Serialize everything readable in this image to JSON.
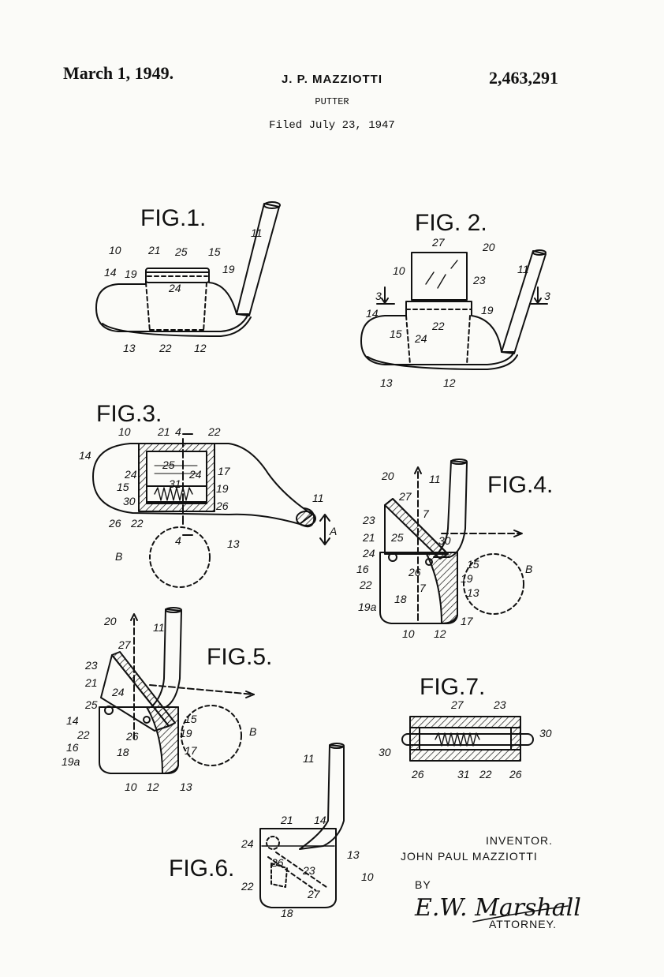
{
  "header": {
    "date": "March 1, 1949.",
    "inventor_name": "J. P. MAZZIOTTI",
    "patent_number": "2,463,291",
    "subject": "PUTTER",
    "filed": "Filed July 23, 1947"
  },
  "figures": {
    "fig1": {
      "label": "FIG.1.",
      "refs": [
        "10",
        "21",
        "25",
        "15",
        "19",
        "11",
        "14",
        "19",
        "24",
        "13",
        "22",
        "12"
      ]
    },
    "fig2": {
      "label": "FIG. 2.",
      "refs": [
        "27",
        "20",
        "10",
        "11",
        "23",
        "3",
        "3",
        "14",
        "15",
        "24",
        "22",
        "19",
        "13",
        "12"
      ]
    },
    "fig3": {
      "label": "FIG.3.",
      "refs": [
        "10",
        "21",
        "4",
        "22",
        "14",
        "25",
        "17",
        "24",
        "24",
        "15",
        "31",
        "19",
        "30",
        "26",
        "26",
        "22",
        "4",
        "13",
        "11",
        "A",
        "B"
      ]
    },
    "fig4": {
      "label": "FIG.4.",
      "refs": [
        "20",
        "11",
        "27",
        "7",
        "23",
        "21",
        "25",
        "30",
        "24",
        "15",
        "16",
        "26",
        "19",
        "22",
        "7",
        "B",
        "13",
        "19a",
        "18",
        "17",
        "10",
        "12"
      ]
    },
    "fig5": {
      "label": "FIG.5.",
      "refs": [
        "20",
        "11",
        "27",
        "23",
        "21",
        "24",
        "25",
        "15",
        "14",
        "22",
        "26",
        "19",
        "B",
        "16",
        "18",
        "17",
        "19a",
        "10",
        "12",
        "13"
      ]
    },
    "fig6": {
      "label": "FIG.6.",
      "refs": [
        "11",
        "21",
        "14",
        "24",
        "13",
        "26",
        "23",
        "10",
        "22",
        "27",
        "18"
      ]
    },
    "fig7": {
      "label": "FIG.7.",
      "refs": [
        "27",
        "23",
        "30",
        "30",
        "26",
        "31",
        "22",
        "26"
      ]
    }
  },
  "signature": {
    "inventor_heading": "INVENTOR.",
    "inventor_full_name": "JOHN PAUL MAZZIOTTI",
    "by": "BY",
    "attorney_signature": "E.W. Marshall",
    "attorney_label": "ATTORNEY."
  }
}
